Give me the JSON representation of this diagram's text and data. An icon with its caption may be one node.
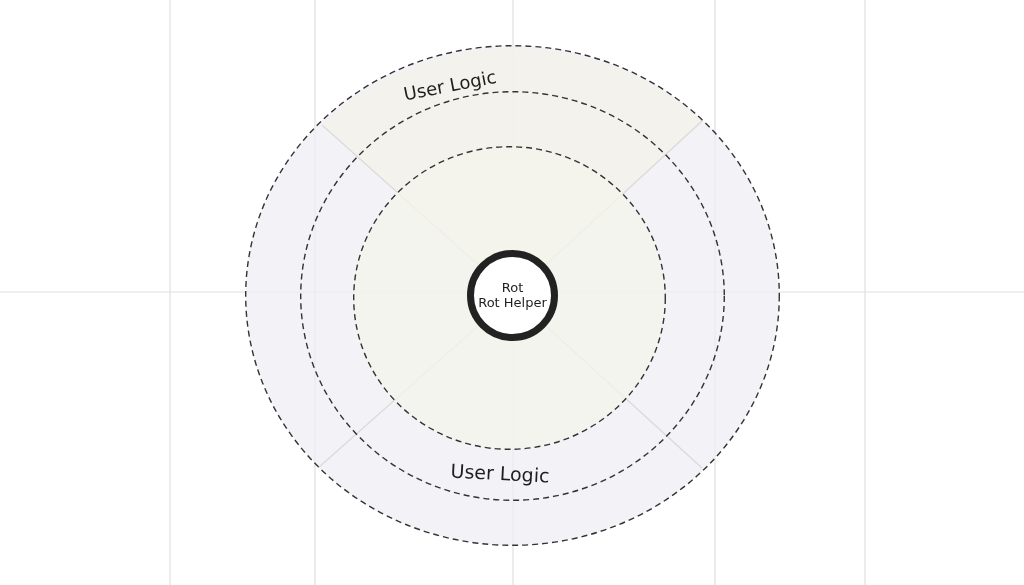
{
  "diagram": {
    "nodes": [
      {
        "text": [
          "User Logic"
        ]
      },
      {
        "text": [
          "User Logic"
        ],
        "in": 0
      },
      {
        "text": [],
        "shape": "circle",
        "in": 1
      },
      {
        "text": [
          "Rot",
          "Rot Helper"
        ],
        "in": 2
      }
    ]
  }
}
